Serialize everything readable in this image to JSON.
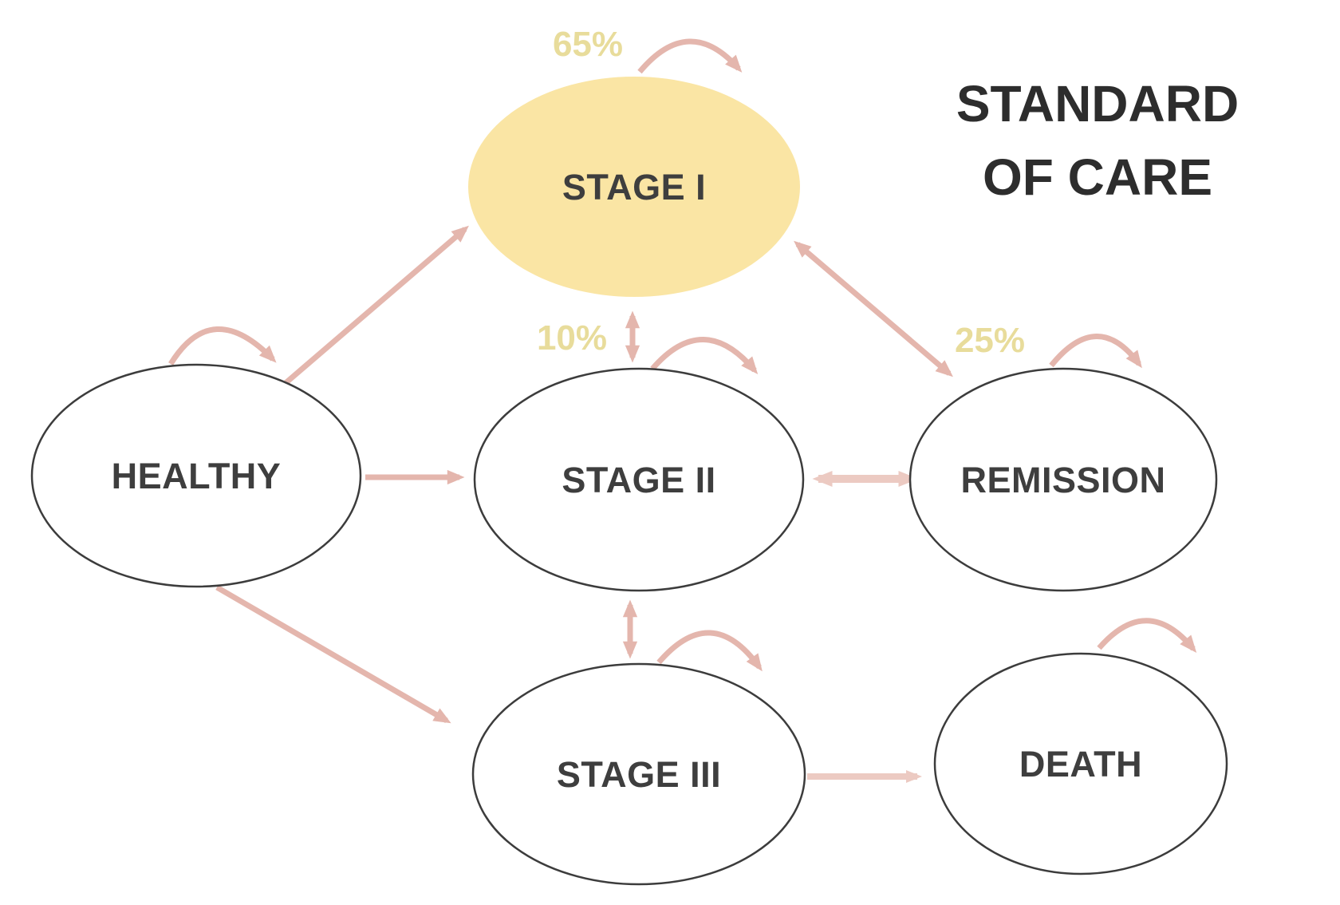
{
  "title": {
    "line1": "STANDARD",
    "line2": "OF CARE"
  },
  "nodes": {
    "stage1": {
      "label": "STAGE I",
      "highlighted": true
    },
    "healthy": {
      "label": "HEALTHY",
      "highlighted": false
    },
    "stage2": {
      "label": "STAGE II",
      "highlighted": false
    },
    "remission": {
      "label": "REMISSION",
      "highlighted": false
    },
    "stage3": {
      "label": "STAGE III",
      "highlighted": false
    },
    "death": {
      "label": "DEATH",
      "highlighted": false
    }
  },
  "transition_labels": {
    "stage1_self": "65%",
    "stage1_stage2": "10%",
    "remission_entry": "25%"
  },
  "edges": [
    {
      "from": "healthy",
      "to": "healthy",
      "type": "self-loop"
    },
    {
      "from": "healthy",
      "to": "stage1",
      "type": "single"
    },
    {
      "from": "healthy",
      "to": "stage2",
      "type": "single"
    },
    {
      "from": "healthy",
      "to": "stage3",
      "type": "single"
    },
    {
      "from": "stage1",
      "to": "stage1",
      "type": "self-loop",
      "label": "65%"
    },
    {
      "from": "stage1",
      "to": "stage2",
      "type": "bidirectional",
      "label": "10%"
    },
    {
      "from": "stage1",
      "to": "remission",
      "type": "bidirectional",
      "label": "25%"
    },
    {
      "from": "stage2",
      "to": "stage2",
      "type": "self-loop"
    },
    {
      "from": "stage2",
      "to": "remission",
      "type": "bidirectional"
    },
    {
      "from": "stage2",
      "to": "stage3",
      "type": "bidirectional"
    },
    {
      "from": "stage3",
      "to": "stage3",
      "type": "self-loop"
    },
    {
      "from": "stage3",
      "to": "death",
      "type": "single"
    },
    {
      "from": "remission",
      "to": "remission",
      "type": "self-loop"
    },
    {
      "from": "death",
      "to": "death",
      "type": "self-loop"
    }
  ],
  "colors": {
    "background": "#ffffff",
    "node_fill": "#ffffff",
    "node_stroke": "#3c3c3c",
    "node_text": "#3e3e3e",
    "stage1_fill": "#fae5a4",
    "pct_text": "#e8dc9b",
    "arrow_strong": "#e4b6ad",
    "arrow_soft": "#eccac2",
    "title_text": "#2d2d2d"
  }
}
